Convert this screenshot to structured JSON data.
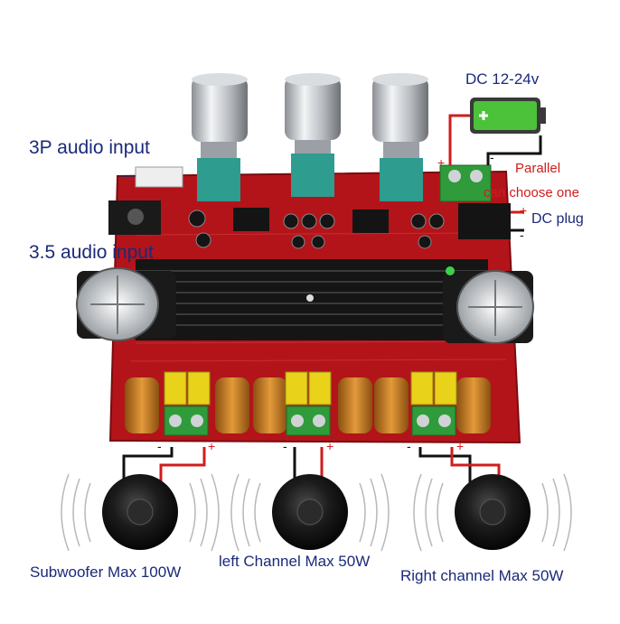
{
  "labels": {
    "audio_3p": "3P audio input",
    "audio_35": "3.5 audio input",
    "dc_voltage": "DC 12-24v",
    "parallel": "Parallel",
    "choose_one": "can choose one",
    "dc_plug": "DC plug",
    "plus": "+",
    "minus": "-",
    "subwoofer": "Subwoofer Max 100W",
    "left_channel": "left Channel Max 50W",
    "right_channel": "Right channel Max 50W"
  },
  "colors": {
    "pcb": "#b3141a",
    "heatsink": "#1a1a1a",
    "terminal": "#2f9b3a",
    "knob": "#bfc3c7",
    "pot": "#2e9c8f",
    "capacitor_yellow": "#e8d21a",
    "inductor": "#c7801f",
    "label_blue": "#1b2a7a",
    "label_red": "#d11c1c",
    "battery_green": "#4cc23a"
  },
  "icons": [
    "battery-icon",
    "speaker-icon",
    "sound-wave-icon"
  ]
}
